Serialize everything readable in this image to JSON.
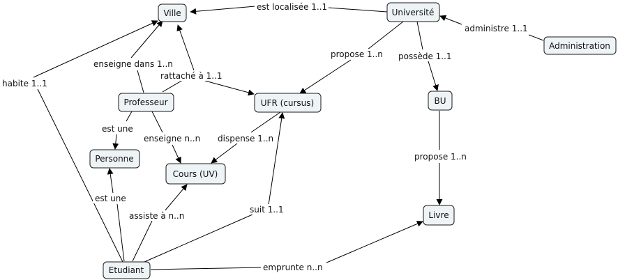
{
  "concepts": {
    "ville": "Ville",
    "universite": "Université",
    "administration": "Administration",
    "professeur": "Professeur",
    "ufr": "UFR (cursus)",
    "bu": "BU",
    "personne": "Personne",
    "cours": "Cours (UV)",
    "livre": "Livre",
    "etudiant": "Etudiant"
  },
  "links": {
    "est_localisee": "est localisée 1..1",
    "administre": "administre 1..1",
    "propose_ufr": "propose 1..n",
    "possede": "possède 1..1",
    "enseigne_dans": "enseigne dans 1..n",
    "rattache": "rattaché à 1..1",
    "habite": "habite 1..1",
    "est_une_prof": "est une",
    "enseigne": "enseigne n..n",
    "dispense": "dispense 1..n",
    "propose_livre": "propose 1..n",
    "est_une_etud": "est une",
    "assiste": "assiste à n..n",
    "suit": "suit 1..1",
    "emprunte": "emprunte n..n"
  }
}
